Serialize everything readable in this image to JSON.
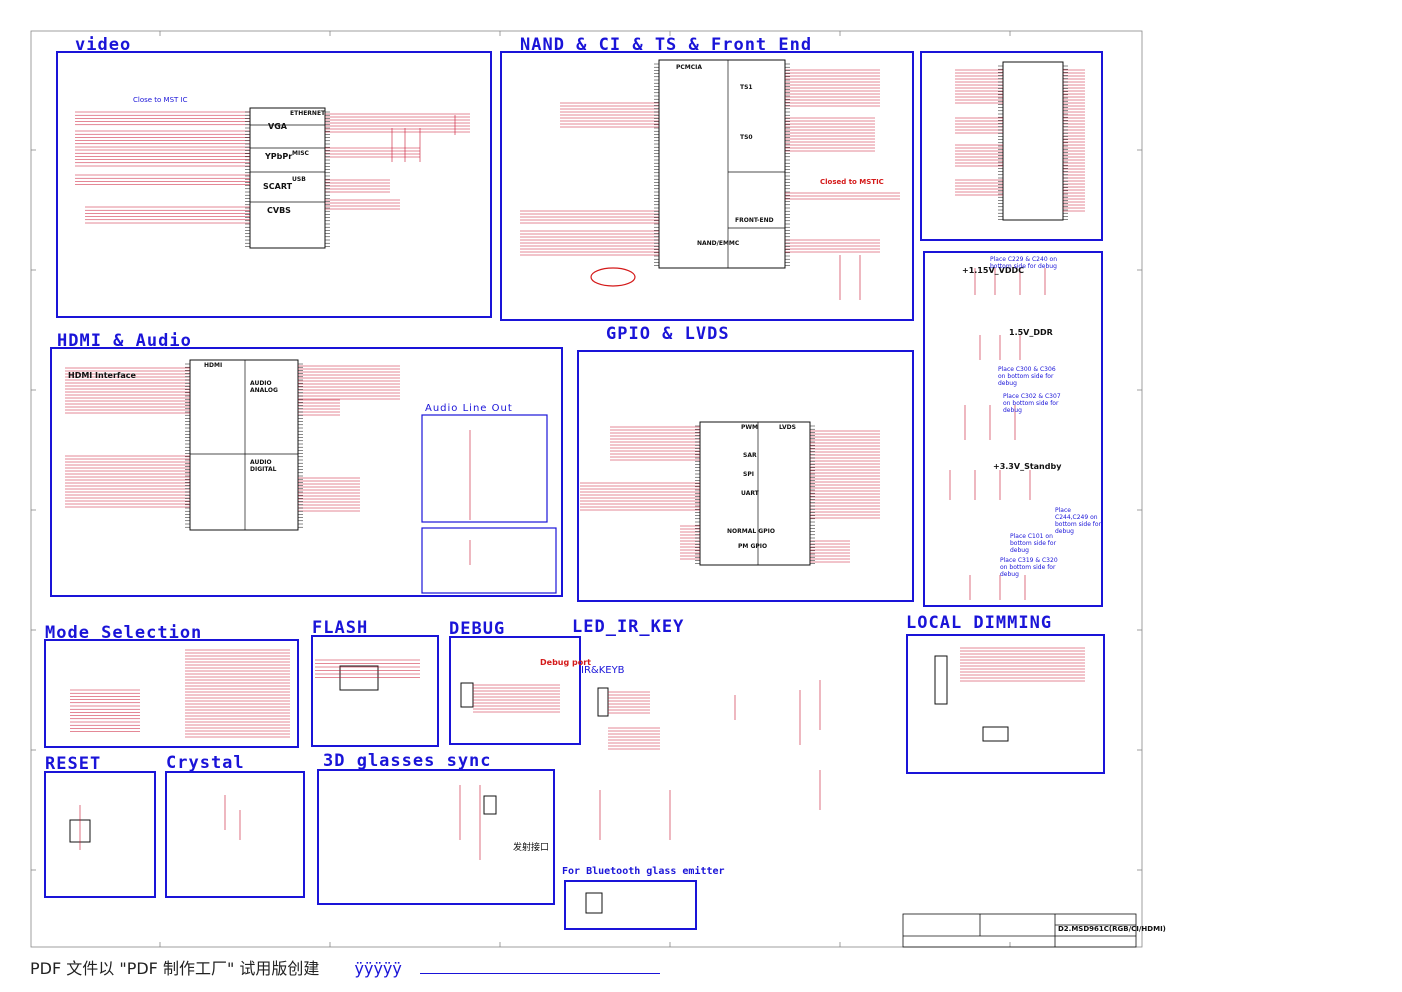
{
  "sections": {
    "video": "video",
    "nand": "NAND & CI & TS & Front End",
    "hdmi": "HDMI & Audio",
    "gpio": "GPIO & LVDS",
    "mode": "Mode Selection",
    "flash": "FLASH",
    "debug": "DEBUG",
    "led": "LED_IR_KEY",
    "local": "LOCAL DIMMING",
    "reset": "RESET",
    "crystal": "Crystal",
    "glasses": "3D glasses sync"
  },
  "labels": {
    "audio_line_out": "Audio Line Out",
    "ir_keyb": "IR&KEYB",
    "bluetooth": "For Bluetooth glass emitter",
    "debug_port": "Debug port",
    "v115": "+1.15V_VDDC",
    "v15": "1.5V_DDR",
    "v33": "+3.3V_Standby",
    "closed": "Closed to MSTIC",
    "close_mst": "Close to MST IC",
    "hdmi_interface": "HDMI Interface",
    "fashe": "发射接口",
    "pcmcia": "PCMCIA",
    "front_end": "FRONT-END",
    "nand_emmc": "NAND/EMMC",
    "ts1": "TS1",
    "ts0": "TS0",
    "pwm": "PWM",
    "lvds": "LVDS",
    "sar": "SAR",
    "spi": "SPI",
    "uart": "UART",
    "normal_gpio": "NORMAL GPIO",
    "pm_gpio": "PM GPIO",
    "vga": "VGA",
    "ypbpr": "YPbPr",
    "scart": "SCART",
    "cvbs": "CVBS",
    "usb": "USB",
    "hdmi_block": "HDMI",
    "audio_analog": "AUDIO ANALOG",
    "audio_digital": "AUDIO DIGITAL",
    "ethernet": "ETHERNET",
    "misc": "MISC",
    "place_c229": "Place C229 & C240 on bottom side for debug",
    "place_c300": "Place C300 & C306 on bottom side for debug",
    "place_c302": "Place C302 & C307 on bottom side for debug",
    "place_c244": "Place C244,C249 on bottom side for debug",
    "place_c101": "Place C101 on bottom side for debug",
    "place_c319": "Place C319 & C320 on bottom side for debug",
    "model": "D2.MSD961C(RGB/CI/HDMI)"
  },
  "footer": {
    "text": "PDF 文件以 \"PDF 制作工厂\" 试用版创建",
    "link": "ÿÿÿÿÿ"
  },
  "colors": {
    "blue": "#1a14d8",
    "red": "#d41a1a",
    "wire": "#c8102e",
    "ink": "#111111"
  }
}
